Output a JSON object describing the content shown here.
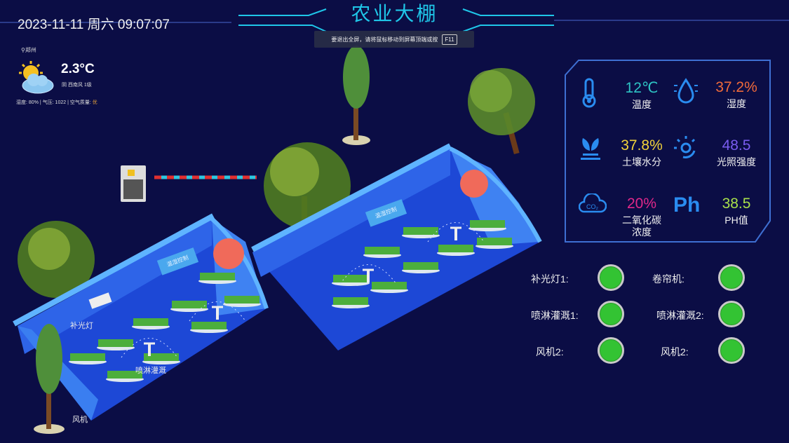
{
  "header": {
    "datetime": "2023-11-11 周六 09:07:07",
    "title": "农业大棚",
    "toast_text": "要退出全屏，请将鼠标移动到屏幕顶端或按",
    "toast_key": "F11"
  },
  "weather": {
    "city": "郑州",
    "temperature": "2.3°C",
    "condition": "阴 西南风 1级",
    "humidity_label": "湿度:",
    "humidity": "80%",
    "pressure_label": "气压:",
    "pressure": "1022",
    "air_label": "空气质量:",
    "air": "优",
    "icon": "partly-cloudy-icon"
  },
  "sensors": [
    {
      "value": "12℃",
      "label": "温度",
      "color": "#2ec4c4",
      "icon": "thermometer-icon"
    },
    {
      "value": "37.2%",
      "label": "湿度",
      "color": "#f06a3a",
      "icon": "water-drop-icon"
    },
    {
      "value": "37.8%",
      "label": "土壤水分",
      "color": "#f2d23a",
      "icon": "plant-icon"
    },
    {
      "value": "48.5",
      "label": "光照强度",
      "color": "#7a5cf0",
      "icon": "sun-icon"
    },
    {
      "value": "20%",
      "label": "二氧化碳浓度",
      "color": "#e0288a",
      "icon": "co2-cloud-icon"
    },
    {
      "value": "38.5",
      "label": "PH值",
      "color": "#a8e04a",
      "icon": "ph-icon",
      "icon_text": "Ph"
    }
  ],
  "devices": [
    {
      "label": "补光灯1:",
      "status": "on"
    },
    {
      "label": "卷帘机:",
      "status": "on"
    },
    {
      "label": "喷淋灌溉1:",
      "status": "on"
    },
    {
      "label": "喷淋灌溉2:",
      "status": "on"
    },
    {
      "label": "风机2:",
      "status": "on"
    },
    {
      "label": "风机2:",
      "status": "on"
    }
  ],
  "scene": {
    "light_label": "补光灯",
    "sprinkler_label": "喷淋灌溉",
    "fan_label": "风机",
    "sign_text": "温湿控制"
  }
}
